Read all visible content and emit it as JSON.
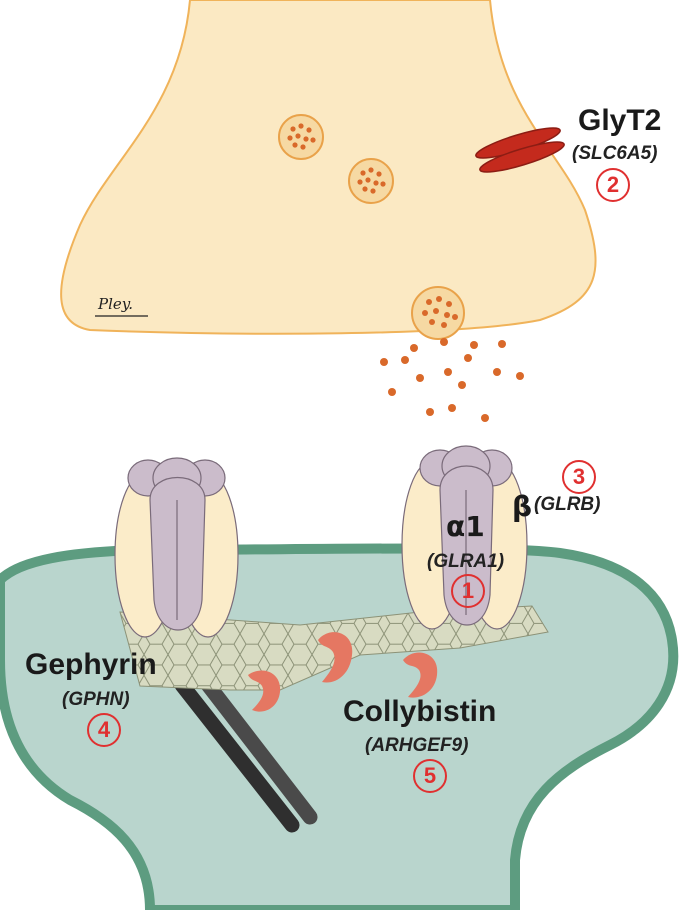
{
  "labels": {
    "glyt2": "GlyT2",
    "glyt2_gene": "(SLC6A5)",
    "glyt2_num": "2",
    "alpha1": "α1",
    "alpha1_gene": "(GLRA1)",
    "alpha1_num": "1",
    "beta": "β",
    "beta_gene": "(GLRB)",
    "beta_num": "3",
    "gephyrin": "Gephyrin",
    "gephyrin_gene": "(GPHN)",
    "gephyrin_num": "4",
    "collybistin": "Collybistin",
    "collybistin_gene": "(ARHGEF9)",
    "collybistin_num": "5",
    "signature": "Pley."
  },
  "colors": {
    "presynaptic_fill": "#fbe9c3",
    "presynaptic_stroke": "#f0b35a",
    "vesicle_fill": "#f6d9a3",
    "glycine": "#d9692a",
    "glyt2": "#c42a1d",
    "postsynaptic_fill": "#b9d5cd",
    "postsynaptic_stroke": "#5d9c80",
    "receptor_outer": "#fbecc9",
    "receptor_inner": "#cbbccb",
    "gephyrin_lattice": "#d8dbc2",
    "collybistin": "#e57762",
    "microtubule": "#4a4a4a",
    "number": "#e03030"
  }
}
